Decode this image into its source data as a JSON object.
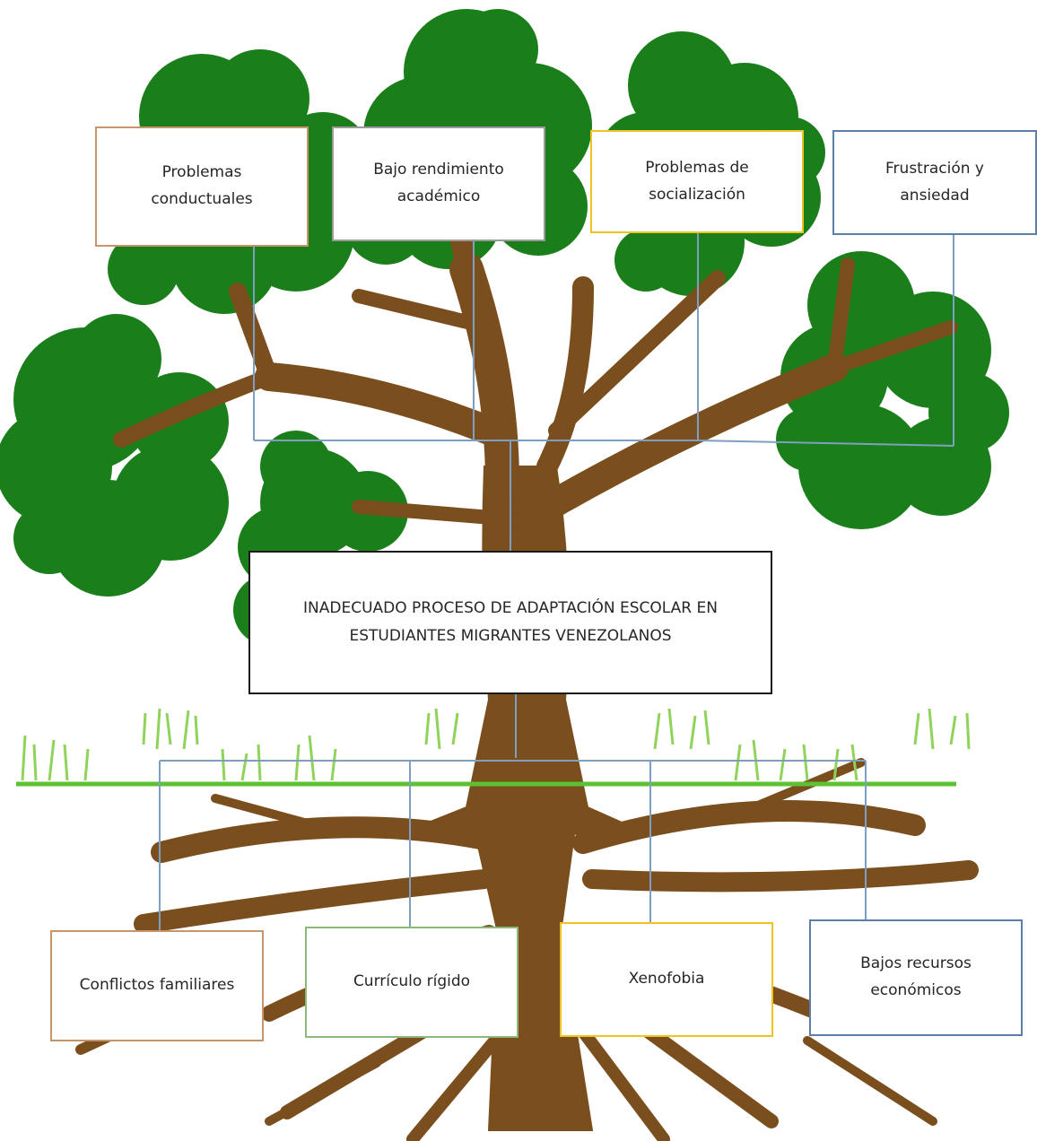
{
  "diagram": {
    "center": {
      "text": "INADECUADO PROCESO DE ADAPTACIÓN ESCOLAR EN\nESTUDIANTES MIGRANTES VENEZOLANOS"
    },
    "effects": [
      {
        "text": "Problemas\nconductuales"
      },
      {
        "text": "Bajo rendimiento\nacadémico"
      },
      {
        "text": "Problemas de\nsocialización"
      },
      {
        "text": "Frustración y\nansiedad"
      }
    ],
    "causes": [
      {
        "text": "Conflictos familiares"
      },
      {
        "text": "Currículo rígido"
      },
      {
        "text": "Xenofobia"
      },
      {
        "text": "Bajos recursos\neconómicos"
      }
    ]
  },
  "colors": {
    "foliage": "#1a7f1a",
    "trunk": "#7a4e1d",
    "grass": "#5cc233",
    "connector": "#7f9fc0"
  }
}
